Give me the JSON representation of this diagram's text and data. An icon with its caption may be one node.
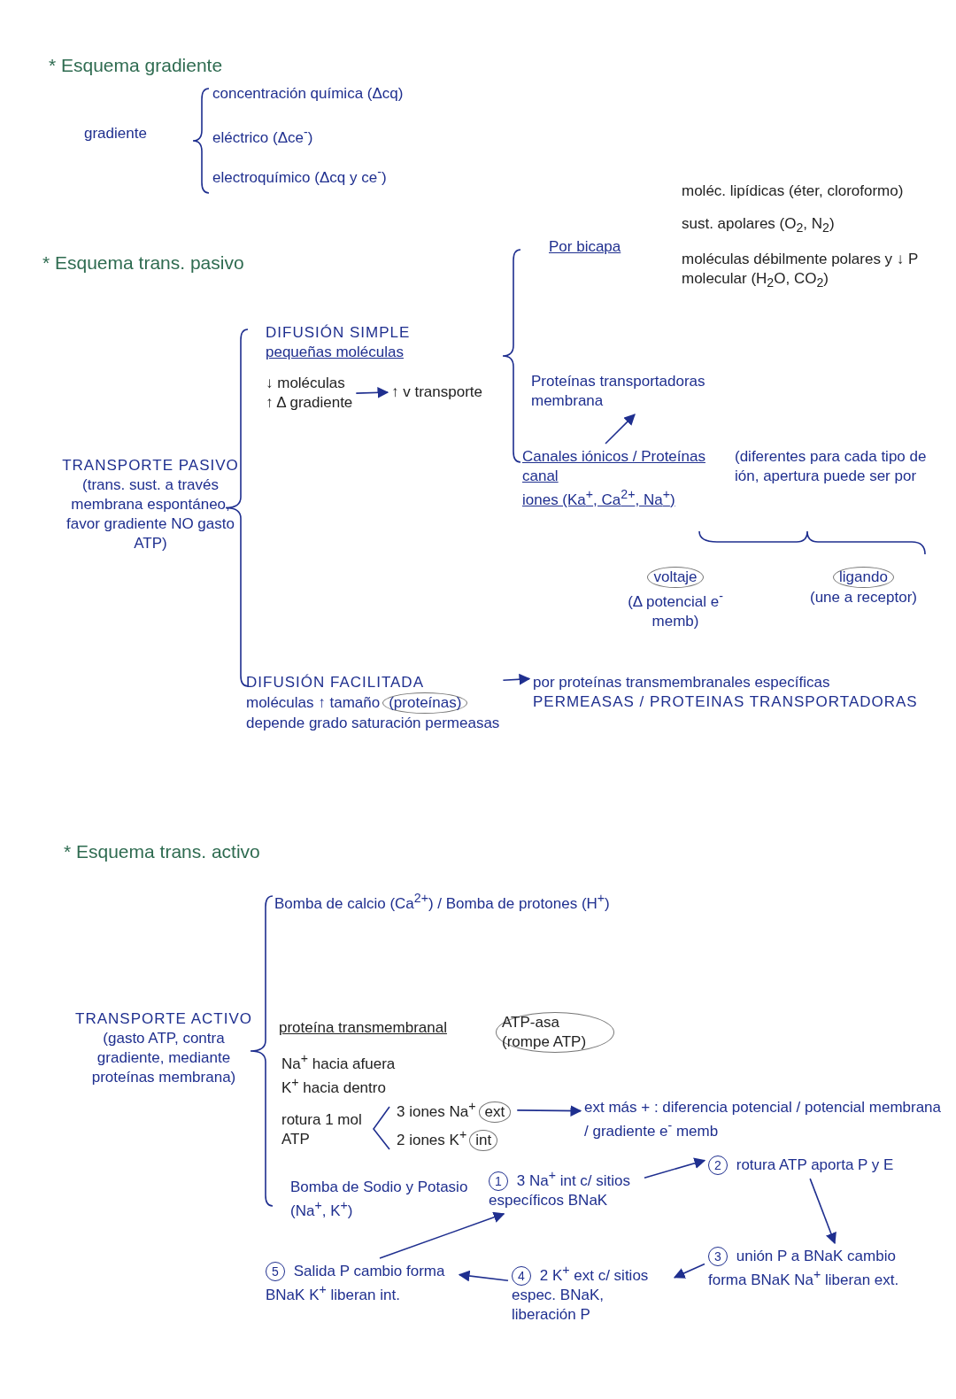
{
  "diagram": {
    "nodes": [
      {
        "text": [
          "gradiente"
        ]
      },
      {
        "text": [
          "concentración química (Δcq)"
        ]
      },
      {
        "text": [
          "eléctrico (Δce$^{-}$)"
        ]
      },
      {
        "text": [
          "electroquímico (Δcq y ce$^{-}$)"
        ]
      },
      {
        "text": [
          "TRANSPORTE PASIVO",
          "(trans. sust. a través membrana espontáneo, favor gradiente NO gasto ATP)"
        ]
      },
      {
        "text": [
          "DIFUSIÓN SIMPLE",
          "pequeñas moléculas"
        ]
      },
      {
        "text": [
          "↓ moléculas",
          "↑ Δ gradiente"
        ]
      },
      {
        "text": [
          "↑ v transporte"
        ]
      },
      {
        "text": [
          "Por bicapa"
        ]
      },
      {
        "text": [
          "moléc. lipídicas (éter, cloroformo)"
        ]
      },
      {
        "text": [
          "sust. apolares (O$_{2}$, N$_{2}$)"
        ]
      },
      {
        "text": [
          "moléculas débilmente polares y ↓ P molecular (H$_{2}$O, CO$_{2}$)"
        ]
      },
      {
        "text": [
          "Proteínas transportadoras membrana"
        ]
      },
      {
        "text": [
          "Canales iónicos / Proteínas canal",
          "iones (Ka$^{+}$, Ca$^{2+}$, Na$^{+}$)"
        ]
      },
      {
        "text": [
          "(diferentes para cada tipo de ión, apertura puede ser por"
        ]
      },
      {
        "text": [
          "voltaje",
          "(Δ potencial e$^{-}$ memb)"
        ]
      },
      {
        "text": [
          "ligando",
          "(une a receptor)"
        ]
      },
      {
        "text": [
          "DIFUSIÓN FACILITADA",
          "moléculas ↑ tamaño",
          "(proteínas)",
          "depende grado saturación permeasas"
        ]
      },
      {
        "text": [
          "por proteínas transmembranales específicas",
          "PERMEASAS / PROTEINAS TRANSPORTADORAS"
        ]
      },
      {
        "text": [
          "TRANSPORTE ACTIVO",
          "(gasto ATP, contra gradiente, mediante proteínas membrana)"
        ]
      },
      {
        "text": [
          "Bomba de calcio (Ca$^{2+}$) / Bomba de protones (H$^{+}$)"
        ]
      },
      {
        "text": [
          "proteína transmembranal"
        ]
      },
      {
        "text": [
          "ATP-asa (rompe ATP)"
        ]
      },
      {
        "text": [
          "Na$^{+}$ hacia afuera",
          "K$^{+}$ hacia dentro"
        ]
      },
      {
        "text": [
          "rotura 1 mol ATP"
        ]
      },
      {
        "text": [
          "3 iones Na$^{+}$",
          "ext"
        ]
      },
      {
        "text": [
          "2 iones K$^{+}$",
          "int"
        ]
      },
      {
        "text": [
          "ext más + : diferencia potencial / potencial membrana / gradiente e$^{-}$ memb"
        ]
      },
      {
        "text": [
          "Bomba de Sodio y Potasio (Na$^{+}$, K$^{+}$)"
        ]
      },
      {
        "text": [
          "1",
          "3 Na$^{+}$ int c/ sitios específicos BNaK"
        ]
      },
      {
        "text": [
          "2",
          "rotura ATP aporta P y E"
        ]
      },
      {
        "text": [
          "3",
          "unión P a BNaK cambio forma BNaK Na$^{+}$ liberan ext."
        ]
      },
      {
        "text": [
          "4",
          "2 K$^{+}$ ext c/ sitios espec. BNaK, liberación P"
        ]
      },
      {
        "text": [
          "5",
          "Salida P cambio forma BNaK K$^{+}$ liberan int."
        ]
      }
    ],
    "edges": [
      {
        "from": 6,
        "to": 7,
        "arrow": "to"
      },
      {
        "from": 13,
        "to": 12,
        "arrow": "to"
      },
      {
        "from": 17,
        "to": 18,
        "arrow": "to"
      },
      {
        "from": 25,
        "to": 27,
        "arrow": "to"
      },
      {
        "from": 29,
        "to": 30,
        "arrow": "to"
      },
      {
        "from": 30,
        "to": 31,
        "arrow": "to"
      },
      {
        "from": 31,
        "to": 32,
        "arrow": "to"
      },
      {
        "from": 32,
        "to": 33,
        "arrow": "to"
      },
      {
        "from": 33,
        "to": 29,
        "arrow": "to"
      }
    ],
    "labels": [
      "* Esquema gradiente",
      "* Esquema trans. pasivo",
      "* Esquema trans. activo"
    ]
  }
}
